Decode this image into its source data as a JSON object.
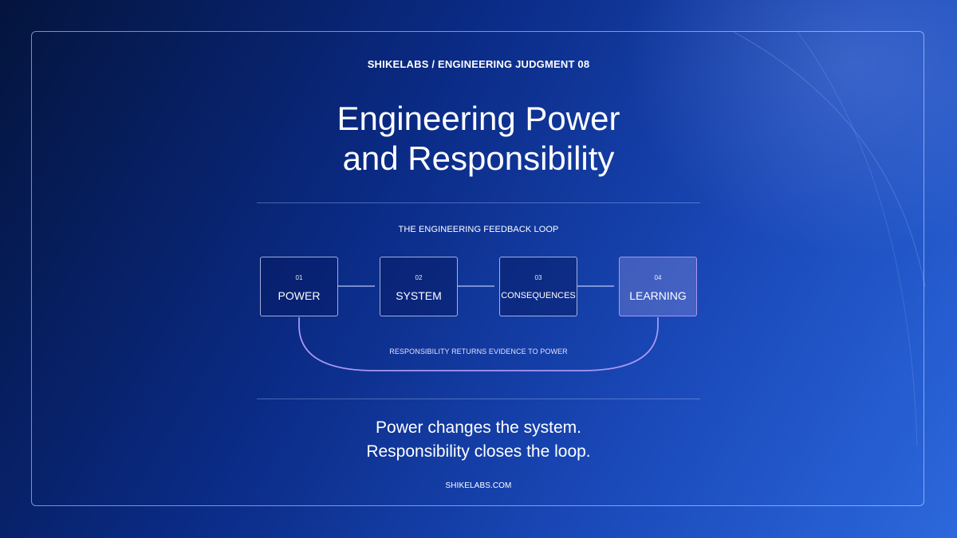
{
  "header": {
    "kicker": "SHIKELABS / ENGINEERING JUDGMENT 08",
    "title_line1": "Engineering Power",
    "title_line2": "and Responsibility"
  },
  "diagram": {
    "title": "THE ENGINEERING FEEDBACK LOOP",
    "nodes": [
      {
        "number": "01",
        "label": "POWER"
      },
      {
        "number": "02",
        "label": "SYSTEM"
      },
      {
        "number": "03",
        "label": "CONSEQUENCES"
      },
      {
        "number": "04",
        "label": "LEARNING"
      }
    ],
    "loop_label": "RESPONSIBILITY RETURNS EVIDENCE TO POWER"
  },
  "summary": {
    "line1": "Power changes the system.",
    "line2": "Responsibility closes the loop."
  },
  "footer": {
    "site": "SHIKELABS.COM"
  },
  "colors": {
    "background_start": "#04143d",
    "background_end": "#2c68dc",
    "loop_accent": "#a898f2",
    "text": "#ffffff"
  }
}
